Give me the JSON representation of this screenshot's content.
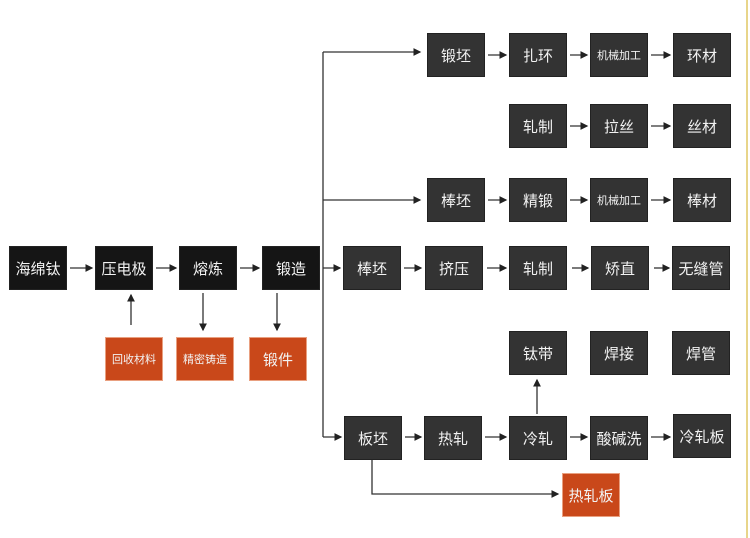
{
  "nodes": {
    "sponge_ti": "海绵钛",
    "electrode": "压电极",
    "smelting": "熔炼",
    "forging": "锻造",
    "recycled": "回收材料",
    "precision_casting": "精密铸造",
    "forgings": "锻件",
    "forged_billet": "锻坯",
    "ring_rolling": "扎环",
    "machining1": "机械加工",
    "ring": "环材",
    "rolling1": "轧制",
    "wire_drawing": "拉丝",
    "wire": "丝材",
    "bar_billet1": "棒坯",
    "precision_forging": "精锻",
    "machining2": "机械加工",
    "bar": "棒材",
    "bar_billet2": "棒坯",
    "extrusion": "挤压",
    "rolling2": "轧制",
    "straightening": "矫直",
    "seamless_tube": "无缝管",
    "strip": "钛带",
    "welding": "焊接",
    "welded_tube": "焊管",
    "slab": "板坯",
    "hot_rolling": "热轧",
    "cold_rolling": "冷轧",
    "pickling": "酸碱洗",
    "cold_plate": "冷轧板",
    "hot_plate": "热轧板"
  }
}
